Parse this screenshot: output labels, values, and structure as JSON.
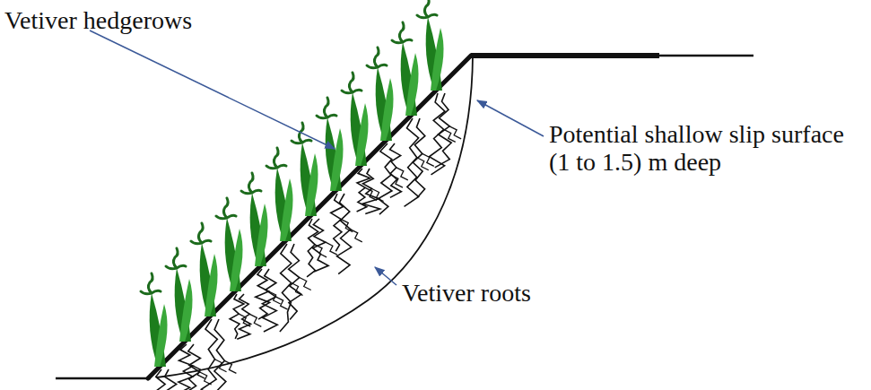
{
  "diagram": {
    "labels": [
      "Vetiver hedgerows",
      "Potential shallow slip surface (1 to 1.5) m deep",
      "Vetiver roots"
    ]
  }
}
